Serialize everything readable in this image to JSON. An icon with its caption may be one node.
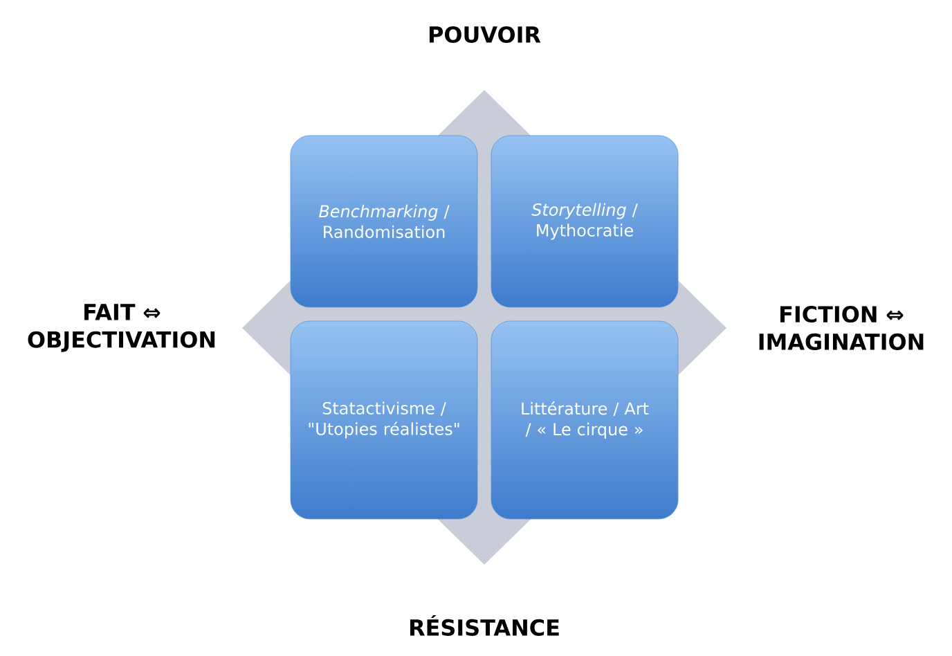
{
  "diagram": {
    "nodes": [
      {
        "text": [
          "*Benchmarking* / Randomisation"
        ]
      },
      {
        "text": [
          "*Storytelling* / Mythocratie"
        ]
      },
      {
        "text": [
          "Statactivisme / \"Utopies réalistes\""
        ]
      },
      {
        "text": [
          "Littérature / Art / « Le cirque »"
        ]
      }
    ],
    "labels": [
      "POUVOIR",
      "FAIT ⇔ OBJECTIVATION",
      "FICTION ⇔ IMAGINATION",
      "RÉSISTANCE"
    ]
  }
}
